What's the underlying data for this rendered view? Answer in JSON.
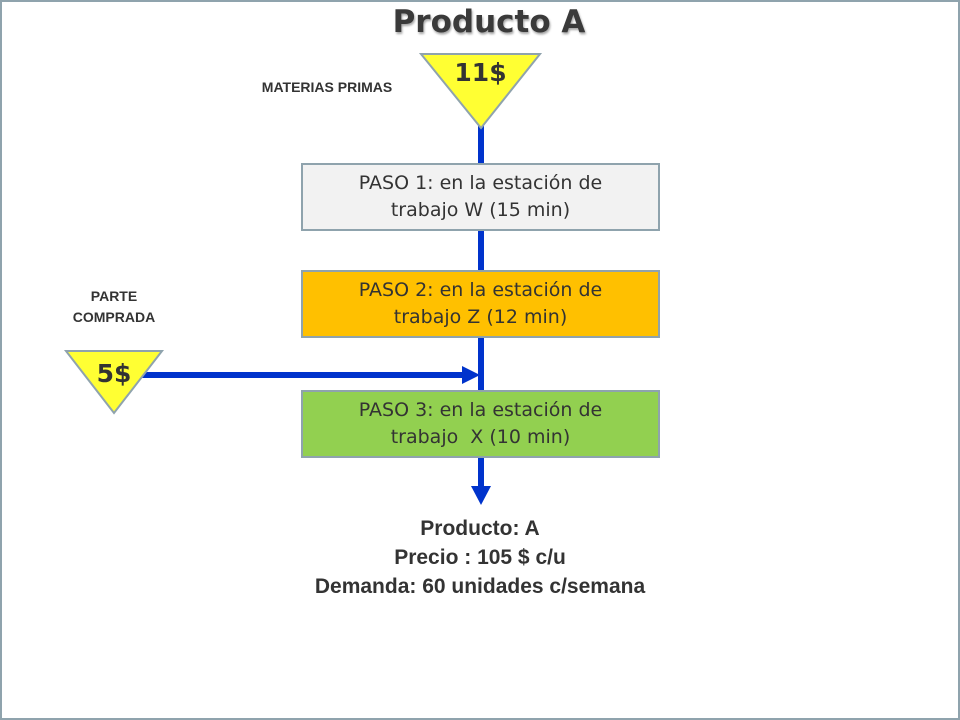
{
  "title": "Producto A",
  "raw_materials": {
    "label": "MATERIAS PRIMAS",
    "cost": "11$",
    "color": "#ffff33"
  },
  "purchased_part": {
    "label_line1": "PARTE",
    "label_line2": "COMPRADA",
    "cost": "5$",
    "color": "#ffff33"
  },
  "steps": [
    {
      "line1": "PASO 1: en la estación de",
      "line2": "trabajo W (15 min)",
      "color": "#f2f2f2"
    },
    {
      "line1": "PASO 2: en la estación de",
      "line2": "trabajo Z (12 min)",
      "color": "#ffc000"
    },
    {
      "line1": "PASO 3: en la estación de",
      "line2": "trabajo  X (10 min)",
      "color": "#92d050"
    }
  ],
  "summary": {
    "product": "Producto: A",
    "price": "Precio : 105 $ c/u",
    "demand": "Demanda: 60 unidades c/semana"
  },
  "colors": {
    "flow_line": "#0033cc",
    "border": "#8fa3ad"
  }
}
